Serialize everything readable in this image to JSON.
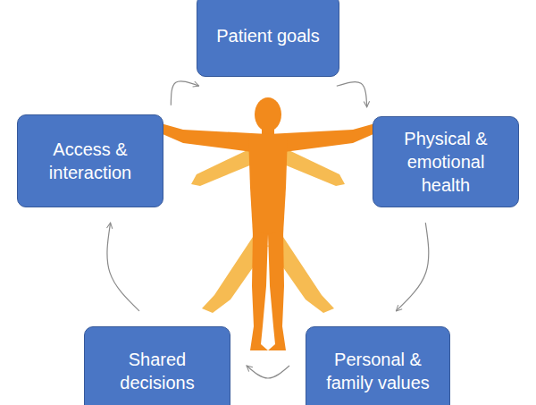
{
  "diagram": {
    "nodes": [
      {
        "text": [
          "Patient goals"
        ]
      },
      {
        "text": [
          "Physical & emotional health"
        ]
      },
      {
        "text": [
          "Personal & family values"
        ]
      },
      {
        "text": [
          "Shared decisions"
        ]
      },
      {
        "text": [
          "Access & interaction"
        ]
      }
    ],
    "edges": [
      {
        "from": 0,
        "to": 1,
        "arrow": "to"
      },
      {
        "from": 1,
        "to": 2,
        "arrow": "to"
      },
      {
        "from": 2,
        "to": 3,
        "arrow": "to"
      },
      {
        "from": 3,
        "to": 4,
        "arrow": "to"
      },
      {
        "from": 4,
        "to": 0,
        "arrow": "to"
      }
    ]
  }
}
